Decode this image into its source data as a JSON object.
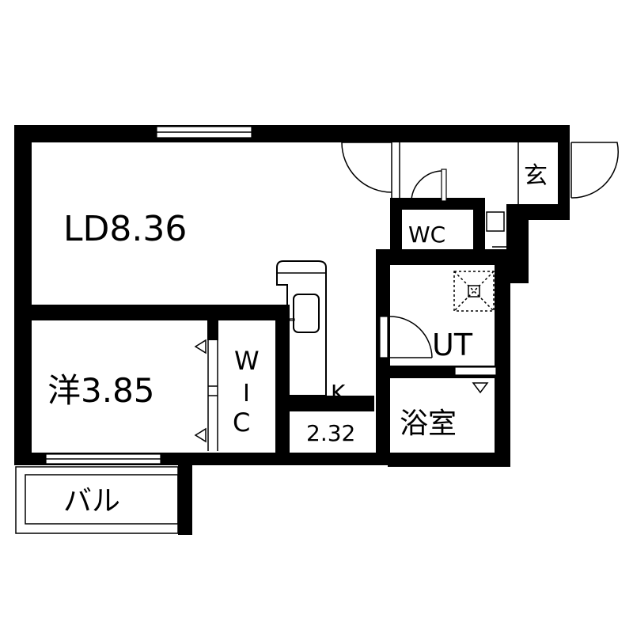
{
  "rooms": {
    "ld": "LD8.36",
    "western": "洋3.85",
    "wic": [
      "W",
      "I",
      "C"
    ],
    "kitchen_name": "K",
    "kitchen_size": "2.32",
    "wc": "WC",
    "ut": "UT",
    "bath": "浴室",
    "entrance": "玄",
    "balcony": "バル"
  },
  "colors": {
    "wall": "#000000",
    "background": "#ffffff"
  }
}
